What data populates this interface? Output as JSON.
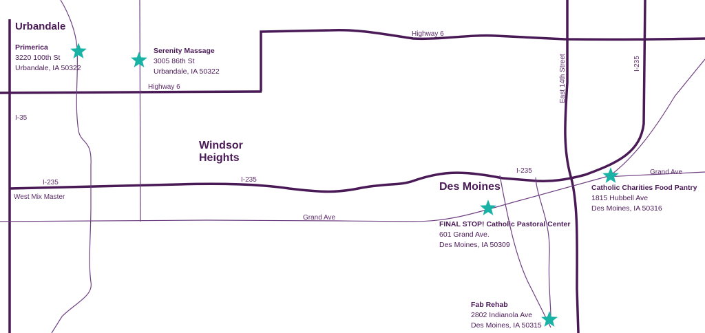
{
  "colors": {
    "road_major": "#4a1a57",
    "road_minor": "#6e3f82",
    "star": "#19b3a6",
    "text": "#4a1a57"
  },
  "cities": {
    "urbandale": "Urbandale",
    "windsor_heights_line1": "Windsor",
    "windsor_heights_line2": "Heights",
    "des_moines": "Des Moines"
  },
  "roads": {
    "highway6_top": "Highway 6",
    "highway6_left": "Highway 6",
    "i35": "I-35",
    "i235_left": "I-235",
    "i235_mid": "I-235",
    "i235_right": "I-235",
    "i235_vertical": "I-235",
    "west_mix_master": "West Mix Master",
    "grand_ave_mid": "Grand Ave",
    "grand_ave_right": "Grand Ave",
    "east_14th_street": "East 14th Street"
  },
  "locations": [
    {
      "name": "Primerica",
      "address": "3220 100th St",
      "city": "Urbandale, IA 50322",
      "icon": "star-marker-icon"
    },
    {
      "name": "Serenity Massage",
      "address": "3005 86th St",
      "city": "Urbandale, IA 50322",
      "icon": "star-marker-icon"
    },
    {
      "name": "Catholic Charities Food Pantry",
      "address": "1815 Hubbell Ave",
      "city": "Des Moines, IA 50316",
      "icon": "star-marker-icon"
    },
    {
      "name": "FINAL STOP! Catholic Pastoral Center",
      "address": "601 Grand Ave.",
      "city": "Des Moines, IA 50309",
      "icon": "star-marker-icon"
    },
    {
      "name": "Fab Rehab",
      "address": "2802 Indianola Ave",
      "city": "Des Moines, IA 50315",
      "icon": "star-marker-icon"
    }
  ]
}
